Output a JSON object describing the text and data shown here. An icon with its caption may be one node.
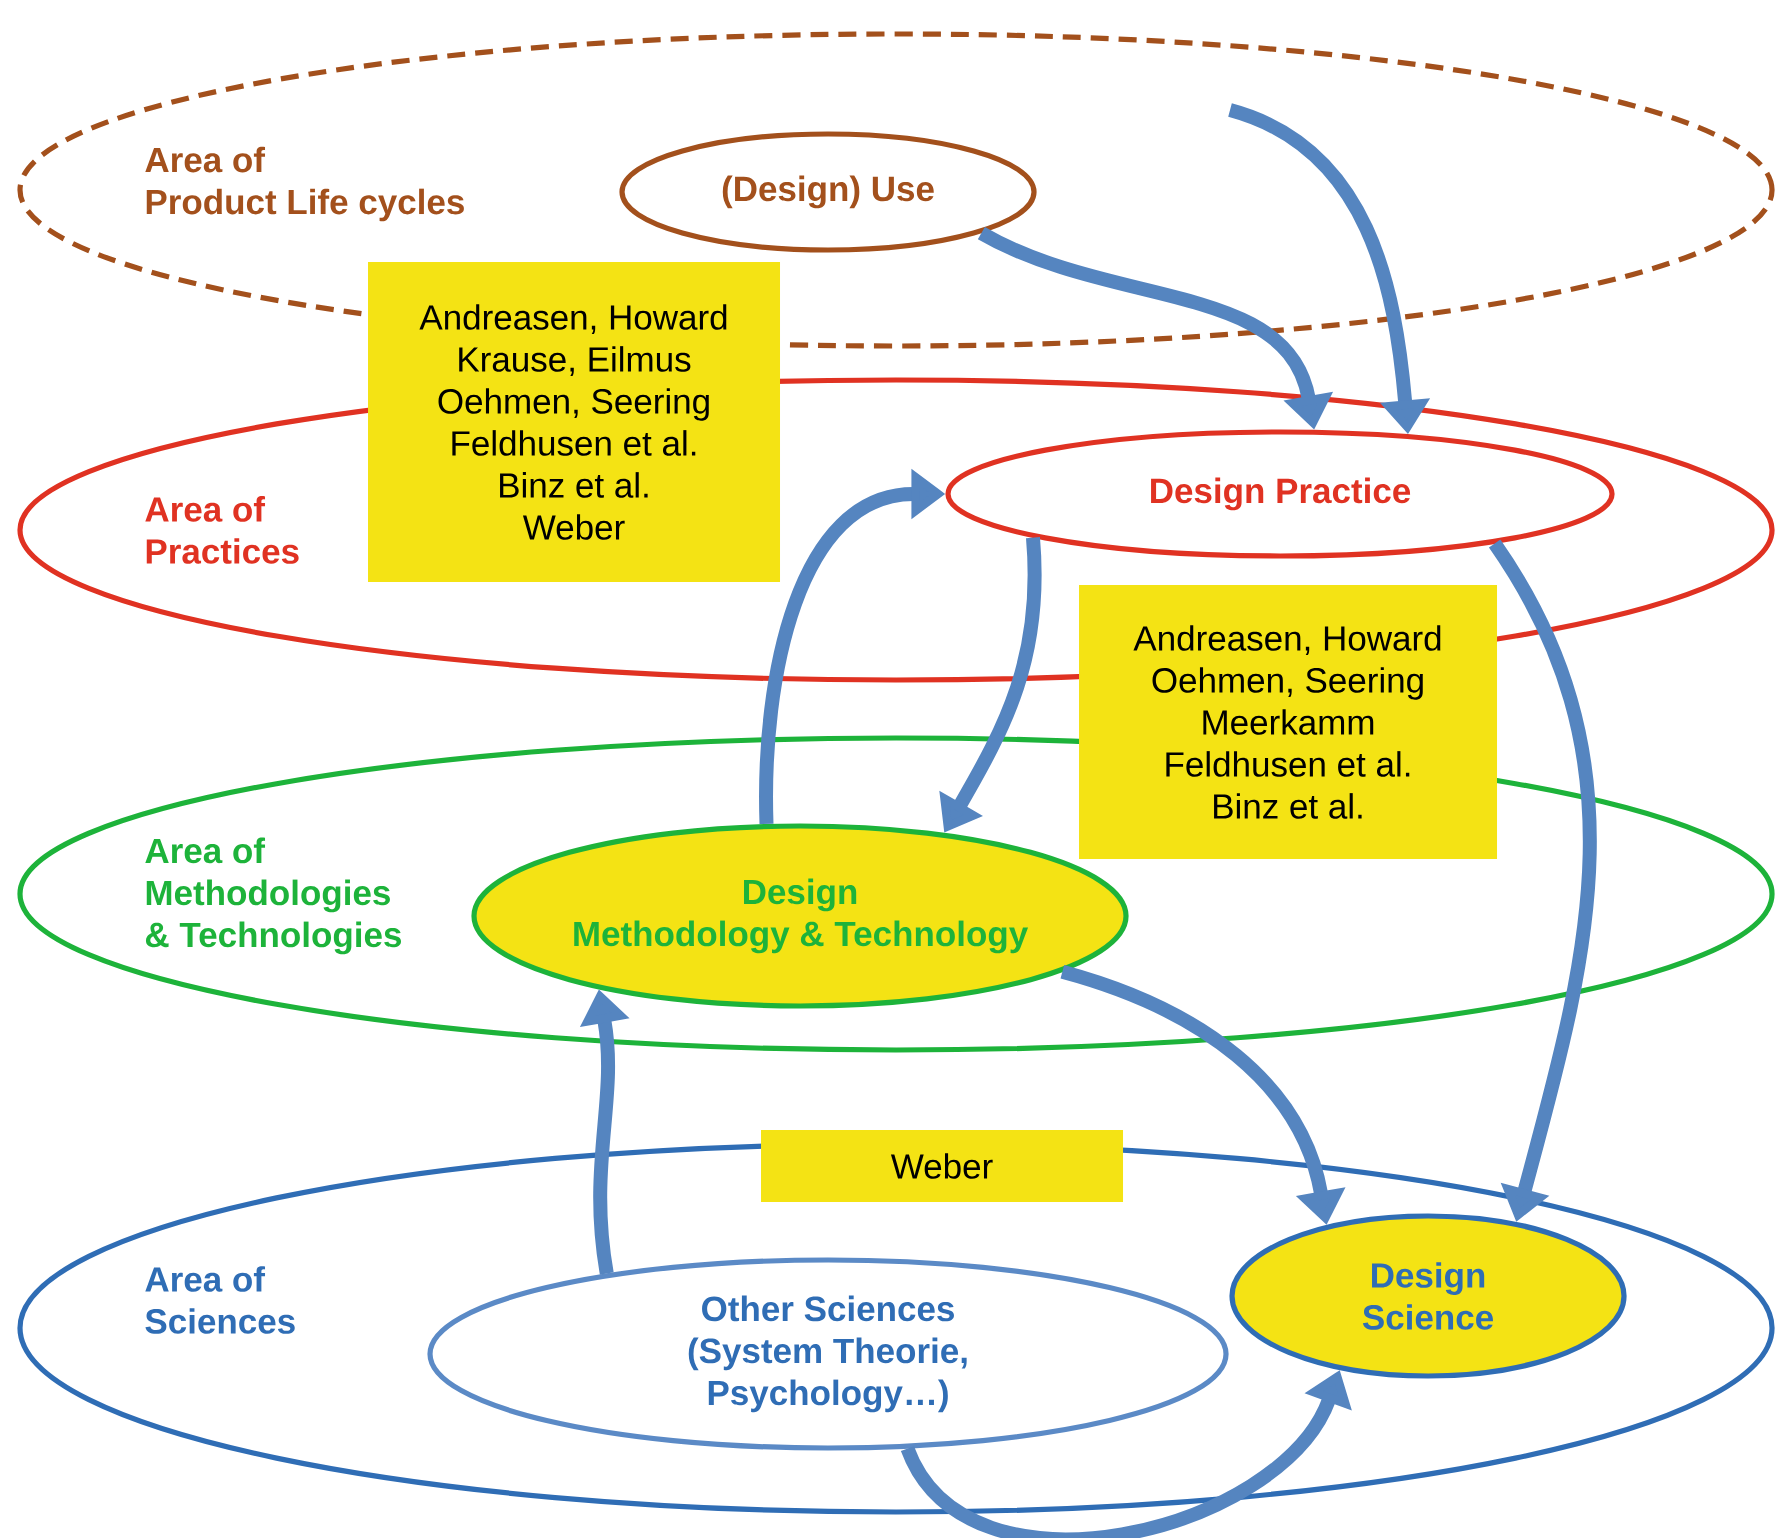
{
  "diagram": {
    "nodes": [
      {
        "text": [
          "Area of Product Life cycles"
        ]
      },
      {
        "text": [
          "(Design) Use"
        ],
        "in": 0
      },
      {
        "text": [
          "Area of Practices"
        ]
      },
      {
        "text": [
          "Design Practice"
        ],
        "in": 2
      },
      {
        "text": [
          "Area of Methodologies & Technologies"
        ]
      },
      {
        "text": [
          "Design Methodology & Technology"
        ],
        "in": 4
      },
      {
        "text": [
          "Area of Sciences"
        ]
      },
      {
        "text": [
          "Other Sciences (System Theorie, Psychology…)"
        ],
        "in": 6
      },
      {
        "text": [
          "Design Science"
        ],
        "in": 6
      },
      {
        "text": [
          "Andreasen, Howard",
          "Krause, Eilmus",
          "Oehmen, Seering",
          "Feldhusen et al.",
          "Binz et al.",
          "Weber"
        ]
      },
      {
        "text": [
          "Andreasen, Howard",
          "Oehmen, Seering",
          "Meerkamm",
          "Feldhusen et al.",
          "Binz et al."
        ]
      },
      {
        "text": [
          "Weber"
        ]
      }
    ],
    "edges": [
      {
        "from": null,
        "to": 3,
        "arrow": "to"
      },
      {
        "from": 1,
        "to": 3,
        "arrow": "to"
      },
      {
        "from": 5,
        "to": 3,
        "arrow": "to"
      },
      {
        "from": 3,
        "to": 5,
        "arrow": "to"
      },
      {
        "from": 3,
        "to": 8,
        "arrow": "to"
      },
      {
        "from": 5,
        "to": 8,
        "arrow": "to"
      },
      {
        "from": 7,
        "to": 5,
        "arrow": "to"
      },
      {
        "from": 7,
        "to": 8,
        "arrow": "to"
      }
    ]
  }
}
